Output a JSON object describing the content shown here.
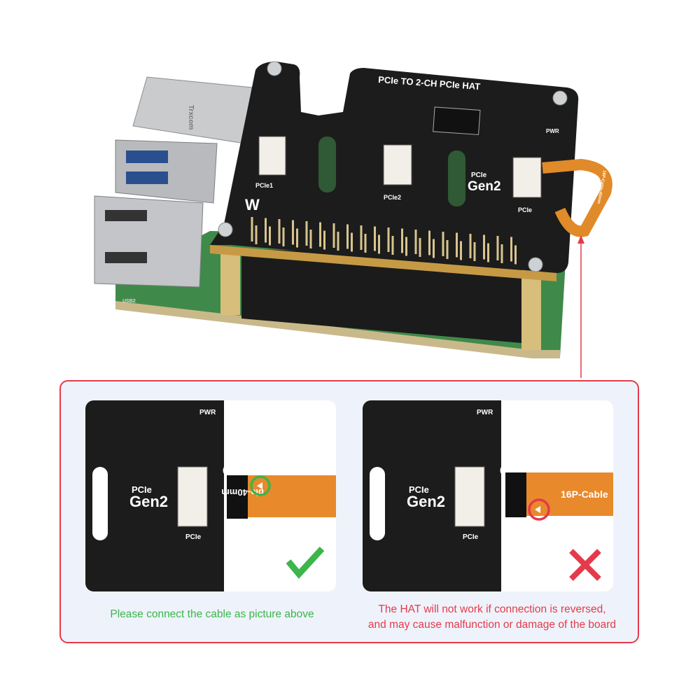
{
  "product": {
    "board_title": "PCIe TO 2-CH PCIe HAT",
    "connector_labels": [
      "PCIe1",
      "PCIe2",
      "PCIe"
    ],
    "gen_label_small": "PCIe",
    "gen_label_big": "Gen2",
    "pwr_label": "PWR",
    "cable_text": "16P-Cable-40mm",
    "ethernet_label": "Trxcom",
    "usb_label": "USB2"
  },
  "callout": {
    "colors": {
      "border": "#e53a4a",
      "ok": "#3cb54a",
      "bad": "#e53a4a",
      "background": "#eef3fb"
    },
    "correct": {
      "cable_text": "ble-40mm",
      "caption": "Please connect the cable as picture above",
      "mark_icon": "checkmark-icon"
    },
    "wrong": {
      "cable_text": "16P-Cable",
      "caption_line1": "The HAT will not work if connection is reversed,",
      "caption_line2": "and may cause malfunction or damage of the board",
      "mark_icon": "cross-icon"
    }
  }
}
